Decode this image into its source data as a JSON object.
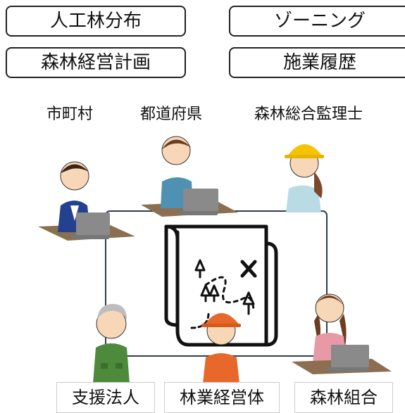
{
  "tags": {
    "t1": "人工林分布",
    "t2": "ゾーニング",
    "t3": "森林経営計画",
    "t4": "施業履歴"
  },
  "roles": {
    "shichoson": "市町村",
    "todofuken": "都道府県",
    "forester": "森林総合監理士",
    "shien": "支援法人",
    "ringyo": "林業経営体",
    "kumiai": "森林組合"
  },
  "colors": {
    "link_line": "#2c3e50",
    "desk": "#8b6f50",
    "laptop": "#8a8a8a",
    "helmet_orange": "#e8672a",
    "helmet_yellow": "#f4c400"
  }
}
